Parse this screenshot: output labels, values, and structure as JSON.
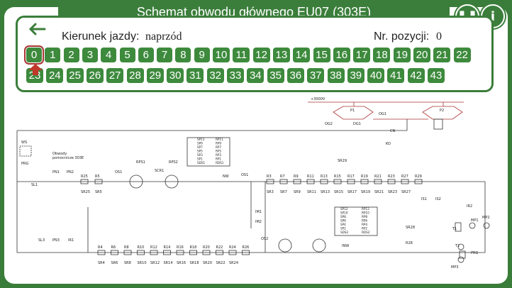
{
  "header": {
    "title": "Schemat obwodu głównego EU07 (303E)",
    "pause_icon": "pause-icon",
    "info_icon": "info-icon",
    "info_symbol": "i"
  },
  "panel": {
    "direction_label": "Kierunek jazdy:",
    "direction_value": "naprzód",
    "position_label": "Nr. pozycji:",
    "position_value": "0",
    "selected_position": "0",
    "positions_row1": [
      "0",
      "1",
      "2",
      "3",
      "4",
      "5",
      "6",
      "7",
      "8",
      "9",
      "10",
      "11",
      "12",
      "13",
      "14",
      "15",
      "16",
      "17",
      "18",
      "19",
      "20",
      "21",
      "22"
    ],
    "positions_row2": [
      "23",
      "24",
      "25",
      "26",
      "27",
      "28",
      "29",
      "30",
      "31",
      "32",
      "33",
      "34",
      "35",
      "36",
      "37",
      "38",
      "39",
      "40",
      "41",
      "42",
      "43"
    ]
  },
  "diagram": {
    "voltage": "+3000V",
    "pantographs": [
      "P1",
      "P2"
    ],
    "labels": {
      "ws": "WS",
      "prg": "PRG",
      "sl1": "SL1",
      "pn1": "PN1",
      "pn2": "PN2",
      "os1": "OS1",
      "os2": "OS2",
      "og1": "OG1",
      "og2": "OG2",
      "dg1": "DG1",
      "cn": "CN",
      "ko": "KO",
      "rps1": "RPS1",
      "rps2": "RPS2",
      "scr1": "SCR1",
      "im1": "IM1",
      "im2": "IM2",
      "ir1": "IR1",
      "ir2": "IR2",
      "is1": "IS1",
      "is2": "IS2",
      "pn3": "PN3",
      "sl3": "SL3",
      "nw": "NW",
      "inw": "INW",
      "t1": "T1",
      "t2": "T2",
      "mp1": "MP1",
      "mp2": "MP2",
      "mp3": "MP3",
      "rs28": "R28",
      "sr28": "SR28",
      "obwody1": "Obwody",
      "obwody2": "pomocnicze 303E",
      "sr29": "SR29"
    },
    "top_resistors": [
      "R25",
      "R5",
      "R3",
      "R7",
      "R9",
      "R11",
      "R13",
      "R15",
      "R17",
      "R19",
      "R21",
      "R23",
      "R27",
      "R29"
    ],
    "bottom_resistors": [
      "R4",
      "R6",
      "R8",
      "R10",
      "R12",
      "R14",
      "R16",
      "R18",
      "R20",
      "R22",
      "R24",
      "R26"
    ],
    "top_switches": [
      "SR25",
      "SR5",
      "SR3",
      "SR7",
      "SR9",
      "SR11",
      "SR13",
      "SR15",
      "SR17",
      "SR19",
      "SR21",
      "SR23",
      "SR27"
    ],
    "bottom_switches": [
      "SR4",
      "SR6",
      "SR8",
      "SR10",
      "SR12",
      "SR14",
      "SR16",
      "SR18",
      "SR20",
      "SR22",
      "SR24"
    ],
    "rb_group1": [
      "RP11",
      "RP9",
      "RP7",
      "RP5",
      "RP3",
      "RP1",
      "RDS1"
    ],
    "sp_group1": [
      "SP11",
      "SP9",
      "SP7",
      "SP5",
      "SP3",
      "SP1",
      "SDS1"
    ],
    "rb_group2": [
      "RP12",
      "RP10",
      "RP8",
      "RP6",
      "RP4",
      "RP2",
      "RDS2"
    ],
    "sp_group2": [
      "SP12",
      "SP10",
      "SP8",
      "SP6",
      "SP4",
      "SP2",
      "SDS2"
    ]
  },
  "colors": {
    "accent": "#3b7e3b",
    "button": "#3d8a3d",
    "selected_outline": "#aa3333",
    "arrow": "#c0392b"
  }
}
